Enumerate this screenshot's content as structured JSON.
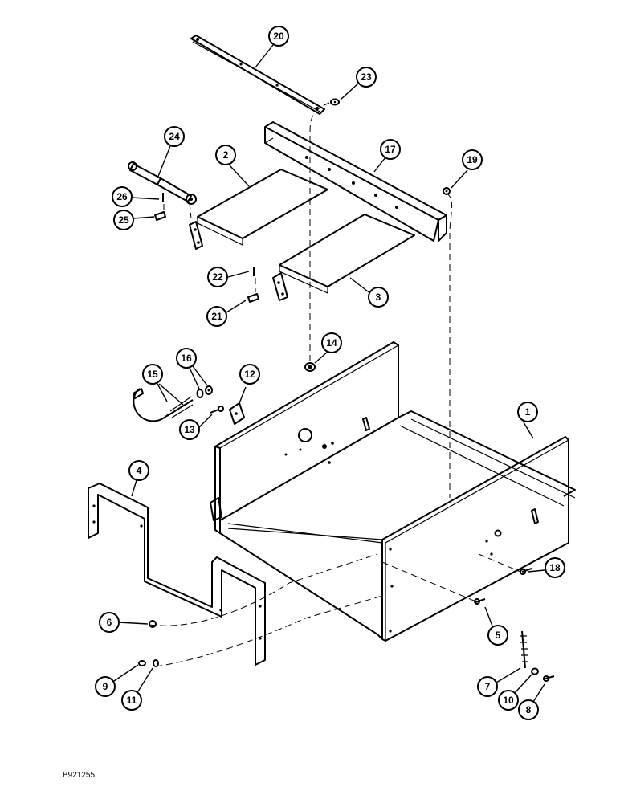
{
  "figure_ref": "B921255",
  "callouts": [
    {
      "id": "c20",
      "label": "20"
    },
    {
      "id": "c23",
      "label": "23"
    },
    {
      "id": "c24",
      "label": "24"
    },
    {
      "id": "c2",
      "label": "2"
    },
    {
      "id": "c17",
      "label": "17"
    },
    {
      "id": "c19",
      "label": "19"
    },
    {
      "id": "c26",
      "label": "26"
    },
    {
      "id": "c25",
      "label": "25"
    },
    {
      "id": "c22",
      "label": "22"
    },
    {
      "id": "c3",
      "label": "3"
    },
    {
      "id": "c21",
      "label": "21"
    },
    {
      "id": "c14",
      "label": "14"
    },
    {
      "id": "c16",
      "label": "16"
    },
    {
      "id": "c15",
      "label": "15"
    },
    {
      "id": "c12",
      "label": "12"
    },
    {
      "id": "c13",
      "label": "13"
    },
    {
      "id": "c1",
      "label": "1"
    },
    {
      "id": "c4",
      "label": "4"
    },
    {
      "id": "c18",
      "label": "18"
    },
    {
      "id": "c6",
      "label": "6"
    },
    {
      "id": "c5",
      "label": "5"
    },
    {
      "id": "c9",
      "label": "9"
    },
    {
      "id": "c11",
      "label": "11"
    },
    {
      "id": "c7",
      "label": "7"
    },
    {
      "id": "c10",
      "label": "10"
    },
    {
      "id": "c8",
      "label": "8"
    }
  ]
}
